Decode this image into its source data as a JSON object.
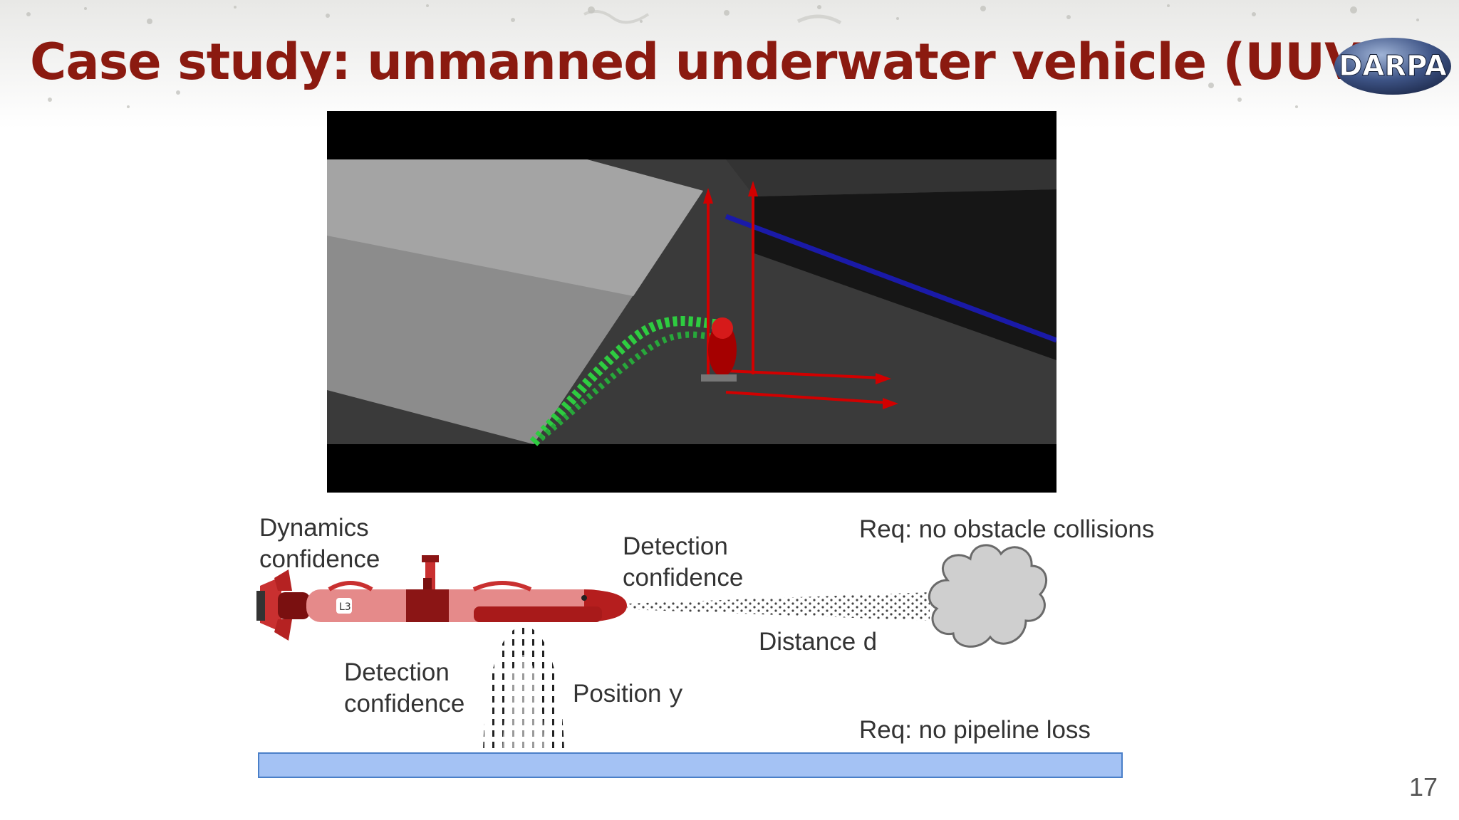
{
  "slide": {
    "title": "Case study: unmanned underwater vehicle (UUV)",
    "logo_text": "DARPA",
    "page_number": "17"
  },
  "labels": {
    "dynamics_line1": "Dynamics",
    "dynamics_line2": "confidence",
    "detection_top_line1": "Detection",
    "detection_top_line2": "confidence",
    "req_obstacle": "Req: no obstacle collisions",
    "distance": "Distance",
    "distance_var": "d",
    "detection_bottom_line1": "Detection",
    "detection_bottom_line2": "confidence",
    "position": "Position",
    "position_var": "y",
    "req_pipeline": "Req: no pipeline loss"
  },
  "colors": {
    "title": "#8b1a10",
    "pipeline": "#a4c2f4",
    "uuv_body": "#e58a8a",
    "trail": "#2ecc40",
    "axes": "#d10000",
    "pipe_line_video": "#1a1aa8"
  },
  "icons": {
    "video_player": "uuv-simulation-video",
    "vehicle": "uuv-icon",
    "obstacle": "cloud-obstacle-icon"
  }
}
